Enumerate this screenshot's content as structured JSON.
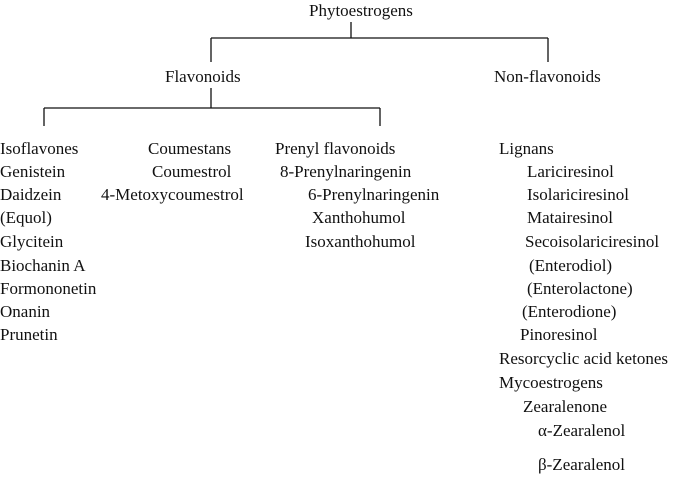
{
  "root": "Phytoestrogens",
  "flavonoids": {
    "label": "Flavonoids",
    "isoflavones": {
      "heading": "Isoflavones",
      "items": [
        "Genistein",
        "Daidzein",
        "(Equol)",
        "Glycitein",
        "Biochanin A",
        "Formononetin",
        "Onanin",
        "Prunetin"
      ]
    },
    "coumestans": {
      "heading": "Coumestans",
      "items": [
        "Coumestrol",
        "4-Metoxycoumestrol"
      ]
    },
    "prenyl": {
      "heading": "Prenyl flavonoids",
      "items": [
        "8-Prenylnaringenin",
        "6-Prenylnaringenin",
        "Xanthohumol",
        "Isoxanthohumol"
      ]
    }
  },
  "non_flavonoids": {
    "label": "Non-flavonoids",
    "lignans": {
      "heading": "Lignans",
      "items": [
        "Lariciresinol",
        "Isolariciresinol",
        "Matairesinol",
        "Secoisolariciresinol",
        "(Enterodiol)",
        "(Enterolactone)",
        "(Enterodione)",
        "Pinoresinol"
      ]
    },
    "resorcyclic": "Resorcyclic acid ketones",
    "mycoestrogens": {
      "heading": "Mycoestrogens",
      "items": [
        "Zearalenone",
        "α-Zearalenol",
        "β-Zearalenol"
      ]
    }
  }
}
